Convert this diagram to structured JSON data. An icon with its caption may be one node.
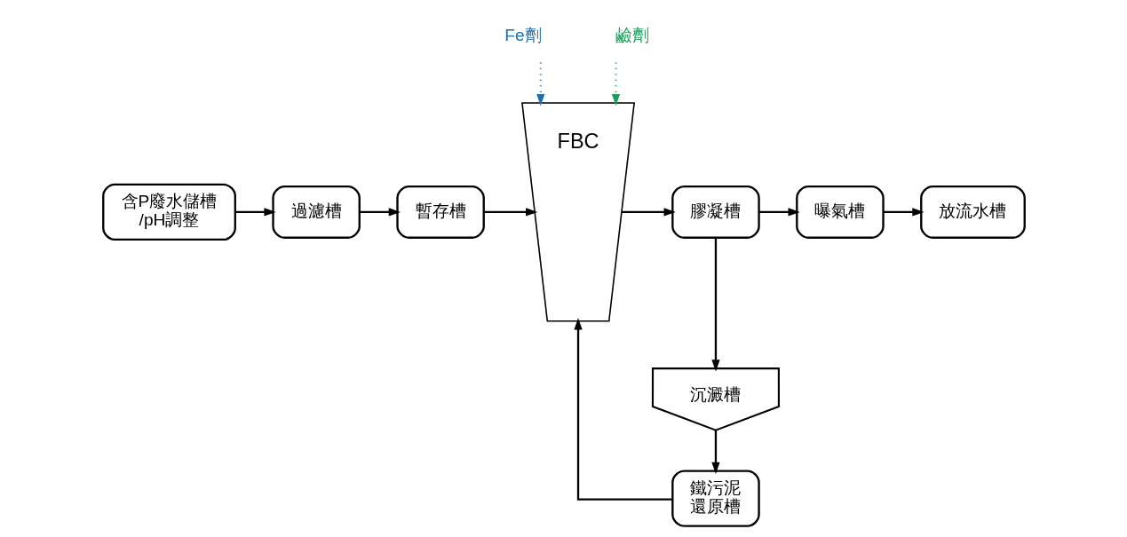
{
  "diagram": {
    "nodes": [
      {
        "text": [
          "含P廢水儲槽/pH調整"
        ]
      },
      {
        "text": [
          "過濾槽"
        ]
      },
      {
        "text": [
          "暫存槽"
        ]
      },
      {
        "text": [
          "Fe劑"
        ]
      },
      {
        "text": [
          "鹼劑"
        ]
      },
      {
        "text": [
          "FBC"
        ]
      },
      {
        "text": [
          "膠凝槽"
        ]
      },
      {
        "text": [
          "曝氣槽"
        ]
      },
      {
        "text": [
          "放流水槽"
        ]
      },
      {
        "text": [
          "沉澱槽"
        ]
      },
      {
        "text": [
          "鐵污泥還原槽"
        ]
      }
    ],
    "edges": [
      {
        "from": 0,
        "to": 1,
        "arrow": "to"
      },
      {
        "from": 1,
        "to": 2,
        "arrow": "to"
      },
      {
        "from": 2,
        "to": 5,
        "arrow": "to"
      },
      {
        "from": 3,
        "to": 5,
        "arrow": "to",
        "style": "dashed",
        "color": "#1f6fae"
      },
      {
        "from": 4,
        "to": 5,
        "arrow": "to",
        "style": "dashed",
        "color": "#1e9e5a"
      },
      {
        "from": 5,
        "to": 6,
        "arrow": "to"
      },
      {
        "from": 6,
        "to": 7,
        "arrow": "to"
      },
      {
        "from": 7,
        "to": 8,
        "arrow": "to"
      },
      {
        "from": 6,
        "to": 9,
        "arrow": "to"
      },
      {
        "from": 9,
        "to": 10,
        "arrow": "to"
      },
      {
        "from": 10,
        "to": 5,
        "arrow": "to"
      }
    ]
  }
}
